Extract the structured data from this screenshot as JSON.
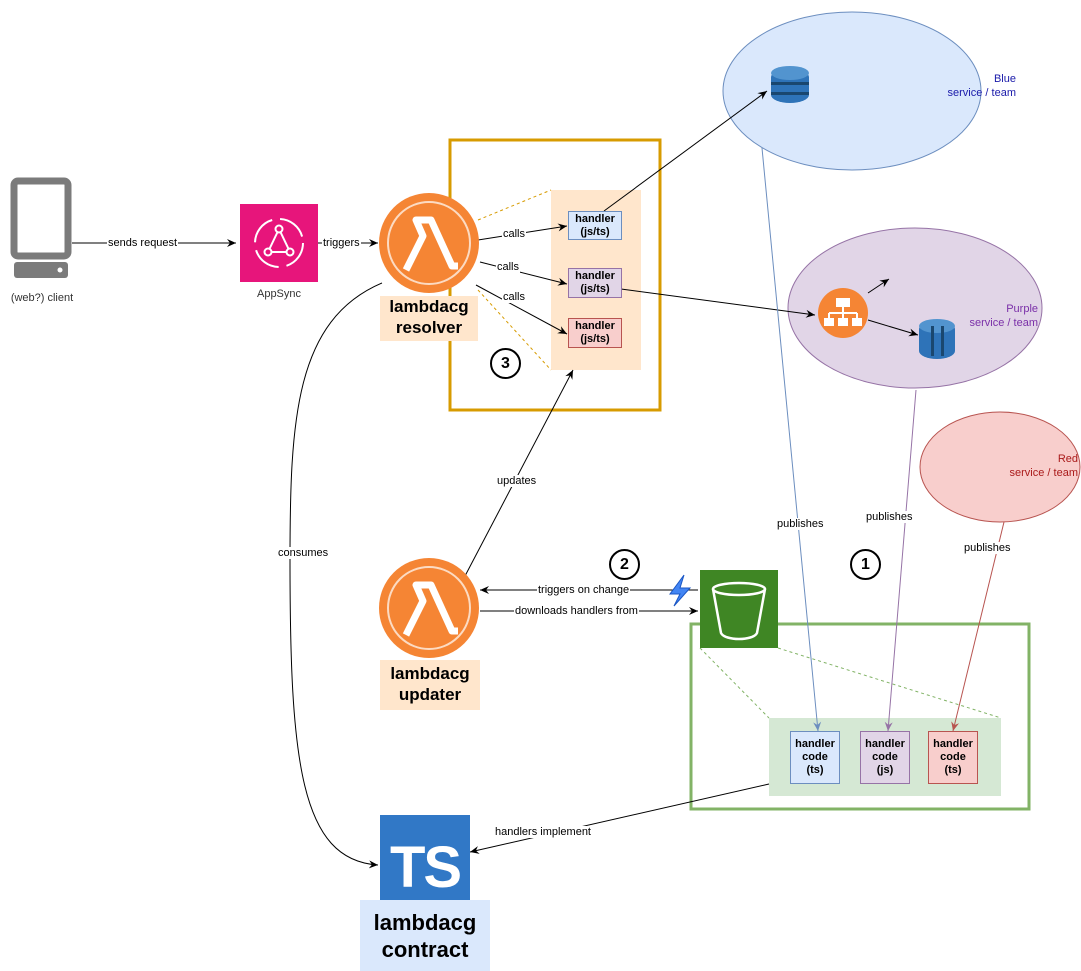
{
  "client": {
    "label": "(web?) client"
  },
  "appsync": {
    "label": "AppSync"
  },
  "resolver": {
    "label": "lambdacg\nresolver"
  },
  "updater": {
    "label": "lambdacg\nupdater"
  },
  "contract": {
    "label": "lambdacg\ncontract",
    "icon_text": "TS"
  },
  "handlers": [
    {
      "label": "handler\n(js/ts)",
      "color": "#dae8fc"
    },
    {
      "label": "handler\n(js/ts)",
      "color": "#e1d5e7"
    },
    {
      "label": "handler\n(js/ts)",
      "color": "#f8cecc"
    }
  ],
  "handler_code": [
    {
      "label": "handler\ncode\n(ts)",
      "color": "#dae8fc"
    },
    {
      "label": "handler\ncode\n(js)",
      "color": "#e1d5e7"
    },
    {
      "label": "handler\ncode\n(ts)",
      "color": "#f8cecc"
    }
  ],
  "services": {
    "blue": {
      "label": "Blue\nservice / team",
      "color": "#1a1aaa"
    },
    "purple": {
      "label": "Purple\nservice / team",
      "color": "#7a2fa8"
    },
    "red": {
      "label": "Red\nservice / team",
      "color": "#aa1a1a"
    }
  },
  "edges": {
    "sends_request": "sends request",
    "triggers": "triggers",
    "calls_1": "calls",
    "calls_2": "calls",
    "calls_3": "calls",
    "updates": "updates",
    "triggers_on_change": "triggers on change",
    "downloads_handlers_from": "downloads handlers from",
    "consumes": "consumes",
    "handlers_implement": "handlers implement",
    "publishes_blue": "publishes",
    "publishes_purple": "publishes",
    "publishes_red": "publishes"
  },
  "steps": [
    "1",
    "2",
    "3"
  ],
  "colors": {
    "lambda": "#f58534",
    "label_bg": "#ffe6cc",
    "appsync": "#e7157b",
    "s3": "#3f8624",
    "ts": "#3178c6",
    "contract_bg": "#dae8fc",
    "gold": "#d79b00",
    "green": "#82b366"
  }
}
